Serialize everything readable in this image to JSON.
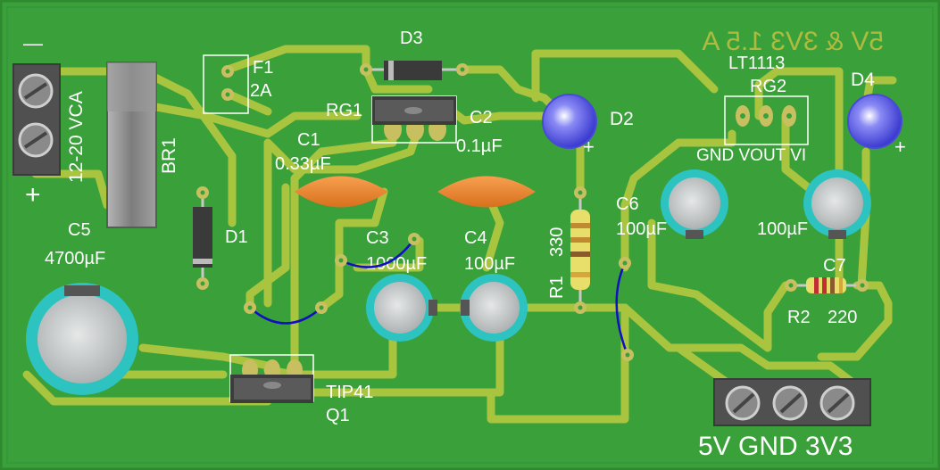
{
  "colors": {
    "board": "#3aa03a",
    "board_edge": "#2f8a2f",
    "trace": "#a9c43f",
    "pad": "#c8c060",
    "silk": "#ffffff",
    "mirror_text": "#c4c040",
    "cap_teal": "#2cc3c0",
    "cap_body": "#cfd3d3",
    "ceramic": "#f08a30",
    "led": "#6c6cf0",
    "jumper": "#1010c0",
    "terminal": "#555555",
    "heatsink": "#8a8a8a"
  },
  "mirror_text": "5V & 3V3 1.5 A",
  "labels": {
    "input_minus": "—",
    "input_voltage": "12-20 VCA",
    "input_plus": "+",
    "f1": "F1",
    "f1_value": "2A",
    "d3": "D3",
    "rg1": "RG1",
    "br1": "BR1",
    "c1": "C1",
    "c1_value": "0.33µF",
    "c2": "C2",
    "c2_value": "0.1µF",
    "d2": "D2",
    "d2_plus": "+",
    "lt1113": "LT1113",
    "rg2": "RG2",
    "rg2_pins": "GND VOUT VI",
    "d4": "D4",
    "d4_plus": "+",
    "d1": "D1",
    "c5": "C5",
    "c5_value": "4700µF",
    "c3": "C3",
    "c3_value": "1000µF",
    "c4": "C4",
    "c4_value": "100µF",
    "r1_value": "330",
    "r1": "R1",
    "c6": "C6",
    "c6_value": "100µF",
    "c7_value": "100µF",
    "c7": "C7",
    "r2": "R2",
    "r2_value": "220",
    "q1_part": "TIP41",
    "q1": "Q1",
    "output_label": "5V GND 3V3"
  }
}
